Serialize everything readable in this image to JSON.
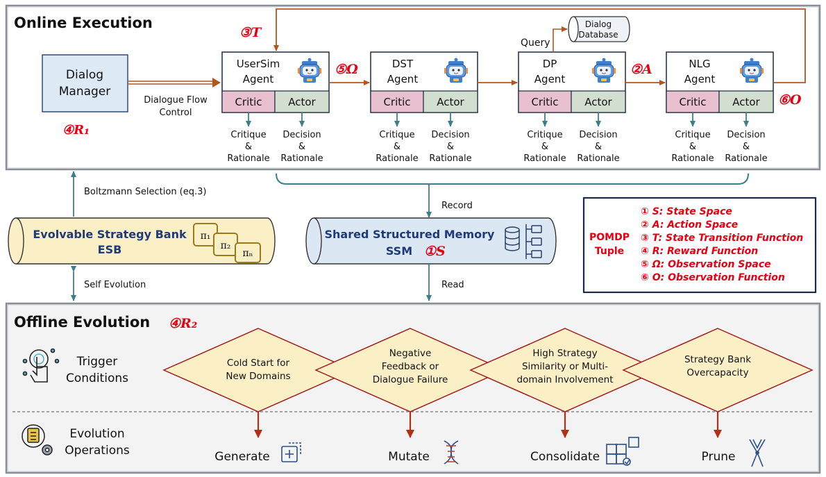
{
  "online": {
    "title": "Online Execution",
    "dialog_manager": {
      "line1": "Dialog",
      "line2": "Manager"
    },
    "dm_reward": "④R₁",
    "flow_label": {
      "line1": "Dialogue Flow",
      "line2": "Control"
    },
    "agents": [
      {
        "line1": "UserSim",
        "line2": "Agent",
        "critic": "Critic",
        "actor": "Actor"
      },
      {
        "line1": "DST",
        "line2": "Agent",
        "critic": "Critic",
        "actor": "Actor"
      },
      {
        "line1": "DP",
        "line2": "Agent",
        "critic": "Critic",
        "actor": "Actor"
      },
      {
        "line1": "NLG",
        "line2": "Agent",
        "critic": "Critic",
        "actor": "Actor"
      }
    ],
    "outputs": {
      "critique": [
        "Critique",
        "&",
        "Rationale"
      ],
      "decision": [
        "Decision",
        "&",
        "Rationale"
      ]
    },
    "markers": {
      "transition": "③T",
      "observation": "⑤Ω",
      "action": "②A",
      "obs_function": "⑥O"
    },
    "query_label": "Query",
    "database": {
      "line1": "Dialog",
      "line2": "Database"
    }
  },
  "middle": {
    "boltzmann": "Boltzmann Selection (eq.3)",
    "self_evolution": "Self Evolution",
    "record": "Record",
    "read": "Read",
    "esb": {
      "line1": "Evolvable Strategy Bank",
      "line2": "ESB",
      "policies": [
        "π₁",
        "π₂",
        "πₙ"
      ]
    },
    "ssm": {
      "line1": "Shared Structured Memory",
      "line2": "SSM",
      "state": "①S"
    }
  },
  "pomdp": {
    "label_line1": "POMDP",
    "label_line2": "Tuple",
    "items": [
      "① S: State Space",
      "② A: Action Space",
      "③ T: State Transition Function",
      "④ R: Reward Function",
      "⑤ Ω: Observation Space",
      "⑥ O: Observation Function"
    ]
  },
  "offline": {
    "title": "Offline Evolution",
    "reward": "④R₂",
    "trigger": {
      "line1": "Trigger",
      "line2": "Conditions"
    },
    "evolution": {
      "line1": "Evolution",
      "line2": "Operations"
    },
    "conditions": [
      [
        "Cold Start for",
        "New Domains"
      ],
      [
        "Negative",
        "Feedback or",
        "Dialogue Failure"
      ],
      [
        "High Strategy",
        "Similarity or Multi-",
        "domain Involvement"
      ],
      [
        "Strategy Bank",
        "Overcapacity"
      ]
    ],
    "operations": [
      "Generate",
      "Mutate",
      "Consolidate",
      "Prune"
    ]
  },
  "colors": {
    "arrow_brown": "#b3561e",
    "arrow_teal": "#3a7f8c",
    "critic_fill": "#e8c0cf",
    "actor_fill": "#d2dfd0",
    "dm_fill": "#dde9f5",
    "esb_fill": "#fbefc6",
    "ssm_fill": "#dce7f4",
    "diamond_fill": "#fbefc6",
    "op_arrow": "#b52d16",
    "red": "#e60012"
  },
  "icons": [
    "robot-icon",
    "database-icon",
    "touch-icon",
    "gear-doc-icon",
    "plus-box-icon",
    "dna-icon",
    "puzzle-icon",
    "scissors-icon"
  ]
}
